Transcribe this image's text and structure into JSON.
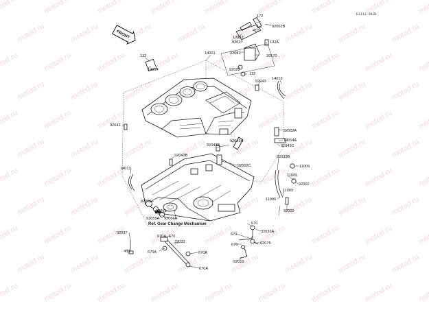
{
  "diagram_code": "E1111-0101",
  "front_marker": "FRONT",
  "reference_note": "Ref. Gear Change Mechanism",
  "watermark_text": "motod.ru",
  "callouts": [
    {
      "id": "c172",
      "text": "172"
    },
    {
      "id": "c12053",
      "text": "12053"
    },
    {
      "id": "c410",
      "text": "410"
    },
    {
      "id": "c92002B",
      "text": "92002B"
    },
    {
      "id": "c92027",
      "text": "92027"
    },
    {
      "id": "c132A",
      "text": "132A"
    },
    {
      "id": "c14001",
      "text": "14001"
    },
    {
      "id": "c92081",
      "text": "92081"
    },
    {
      "id": "c39170",
      "text": "39170"
    },
    {
      "id": "c132a",
      "text": "132"
    },
    {
      "id": "c14014a",
      "text": "14014"
    },
    {
      "id": "c92022",
      "text": "92022"
    },
    {
      "id": "c132b",
      "text": "132"
    },
    {
      "id": "c14013a",
      "text": "14013"
    },
    {
      "id": "c92043a",
      "text": "92043"
    },
    {
      "id": "c92043b",
      "text": "92043"
    },
    {
      "id": "c92002A",
      "text": "92002A"
    },
    {
      "id": "c92043Aa",
      "text": "92043A"
    },
    {
      "id": "c14014A",
      "text": "14014A"
    },
    {
      "id": "c92043C",
      "text": "92043C"
    },
    {
      "id": "c92043Ba",
      "text": "92043B"
    },
    {
      "id": "c92043Bb",
      "text": "92043B"
    },
    {
      "id": "c32033B",
      "text": "32033B"
    },
    {
      "id": "c92002C",
      "text": "92002C"
    },
    {
      "id": "c11009a",
      "text": "11009"
    },
    {
      "id": "c14013b",
      "text": "14013"
    },
    {
      "id": "c11009b",
      "text": "11009"
    },
    {
      "id": "c92002a",
      "text": "92002"
    },
    {
      "id": "c11009c",
      "text": "11009"
    },
    {
      "id": "c92002b",
      "text": "92002"
    },
    {
      "id": "c11009d",
      "text": "11009"
    },
    {
      "id": "c92066",
      "text": "92066"
    },
    {
      "id": "c92055",
      "text": "92055"
    },
    {
      "id": "c92055A",
      "text": "92055A"
    },
    {
      "id": "c92066A",
      "text": "92066A"
    },
    {
      "id": "c670a",
      "text": "670"
    },
    {
      "id": "c92037",
      "text": "92037"
    },
    {
      "id": "c32033A",
      "text": "32033A"
    },
    {
      "id": "c670b",
      "text": "670"
    },
    {
      "id": "c670Aa",
      "text": "670A"
    },
    {
      "id": "c32033",
      "text": "32033"
    },
    {
      "id": "c411",
      "text": "411"
    },
    {
      "id": "c670Ab",
      "text": "670A"
    },
    {
      "id": "c670Ac",
      "text": "670A"
    },
    {
      "id": "c670c",
      "text": "670"
    },
    {
      "id": "c92075",
      "text": "92075"
    },
    {
      "id": "c670Ad",
      "text": "670A"
    },
    {
      "id": "c92059",
      "text": "92059"
    }
  ]
}
